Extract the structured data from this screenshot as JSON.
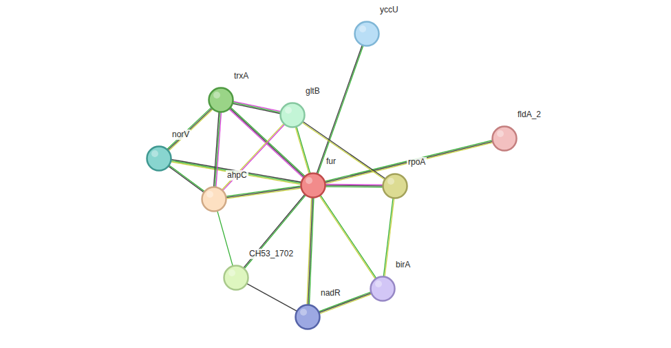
{
  "diagram": {
    "nodes": [
      {
        "text": [
          "yccU"
        ]
      },
      {
        "text": [
          "trxA"
        ]
      },
      {
        "text": [
          "gltB"
        ]
      },
      {
        "text": [
          "fldA_2"
        ]
      },
      {
        "text": [
          "norV"
        ]
      },
      {
        "text": [
          "fur"
        ]
      },
      {
        "text": [
          "rpoA"
        ]
      },
      {
        "text": [
          "ahpC"
        ]
      },
      {
        "text": [
          "CH53_1702"
        ]
      },
      {
        "text": [
          "birA"
        ]
      },
      {
        "text": [
          "nadR"
        ]
      }
    ],
    "edges": [
      {
        "from": 5,
        "to": 0,
        "arrow": "none"
      },
      {
        "from": 1,
        "to": 5,
        "arrow": "none"
      },
      {
        "from": 2,
        "to": 5,
        "arrow": "none"
      },
      {
        "from": 5,
        "to": 3,
        "arrow": "none"
      },
      {
        "from": 4,
        "to": 5,
        "arrow": "none"
      },
      {
        "from": 5,
        "to": 6,
        "arrow": "none"
      },
      {
        "from": 7,
        "to": 5,
        "arrow": "none"
      },
      {
        "from": 5,
        "to": 8,
        "arrow": "none"
      },
      {
        "from": 5,
        "to": 10,
        "arrow": "none"
      },
      {
        "from": 5,
        "to": 9,
        "arrow": "none"
      },
      {
        "from": 1,
        "to": 4,
        "arrow": "none"
      },
      {
        "from": 1,
        "to": 2,
        "arrow": "none"
      },
      {
        "from": 1,
        "to": 7,
        "arrow": "none"
      },
      {
        "from": 2,
        "to": 7,
        "arrow": "none"
      },
      {
        "from": 2,
        "to": 6,
        "arrow": "none"
      },
      {
        "from": 4,
        "to": 7,
        "arrow": "none"
      },
      {
        "from": 7,
        "to": 8,
        "arrow": "none"
      },
      {
        "from": 8,
        "to": 10,
        "arrow": "none"
      },
      {
        "from": 10,
        "to": 9,
        "arrow": "none"
      },
      {
        "from": 6,
        "to": 9,
        "arrow": "none"
      }
    ]
  }
}
